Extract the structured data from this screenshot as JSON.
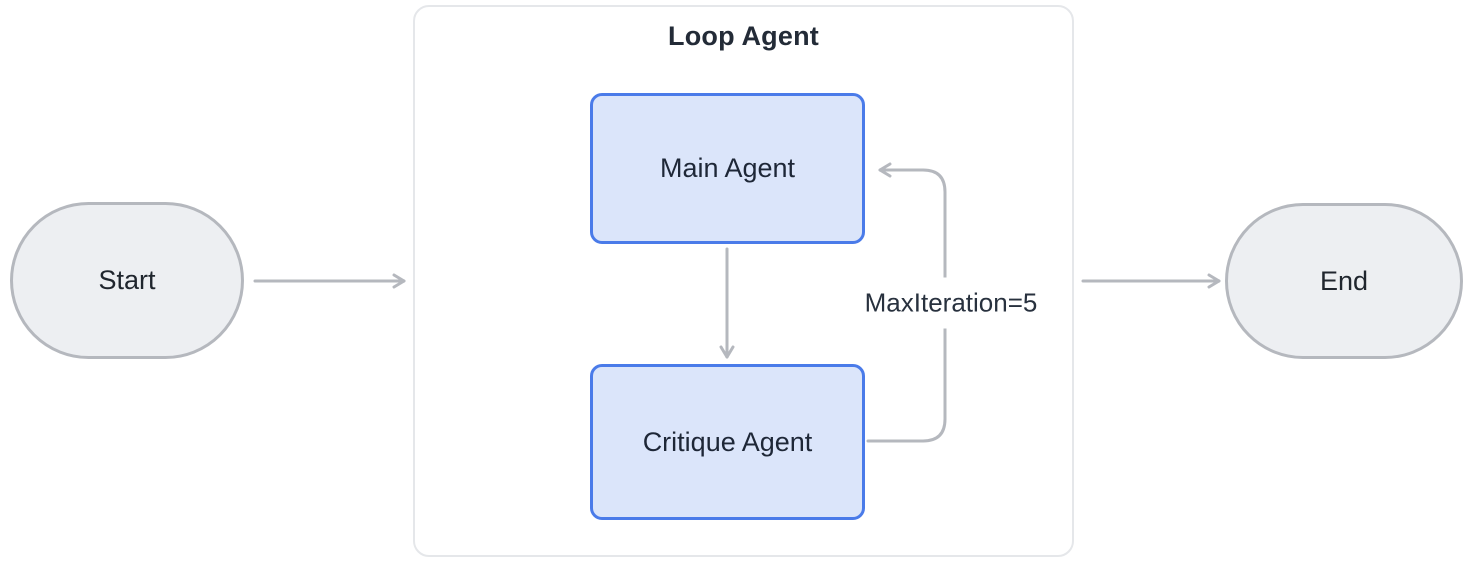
{
  "diagram": {
    "start_node": {
      "label": "Start"
    },
    "end_node": {
      "label": "End"
    },
    "loop_group": {
      "title": "Loop Agent",
      "main_agent": {
        "label": "Main Agent"
      },
      "critique_agent": {
        "label": "Critique Agent"
      },
      "loop_annotation": "MaxIteration=5"
    },
    "edges": [
      {
        "from": "Start",
        "to": "Loop Agent"
      },
      {
        "from": "Main Agent",
        "to": "Critique Agent"
      },
      {
        "from": "Critique Agent",
        "to": "Main Agent",
        "label": "MaxIteration=5"
      },
      {
        "from": "Loop Agent",
        "to": "End"
      }
    ],
    "colors": {
      "agent_fill": "#dbe5fa",
      "agent_border": "#4a7be9",
      "terminal_fill": "#edeff2",
      "terminal_border": "#b5b8be",
      "edge": "#b5b8be",
      "group_border": "#e5e7ea",
      "group_fill": "#ffffff",
      "text": "#20262e",
      "title_text": "#232b37"
    }
  }
}
